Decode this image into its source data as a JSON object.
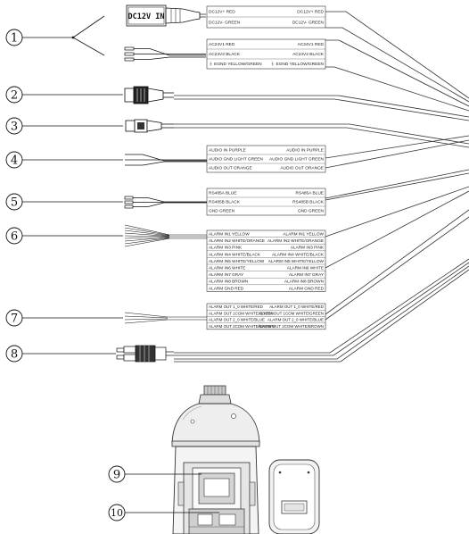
{
  "items": [
    {
      "num": "1"
    },
    {
      "num": "2"
    },
    {
      "num": "3"
    },
    {
      "num": "4"
    },
    {
      "num": "5"
    },
    {
      "num": "6"
    },
    {
      "num": "7"
    },
    {
      "num": "8"
    },
    {
      "num": "9"
    },
    {
      "num": "10"
    }
  ],
  "plug_label": "DC12V IN",
  "tables": {
    "dc12": [
      {
        "left": "DC12V+  RED",
        "right": "DC12V+  RED"
      },
      {
        "left": "DC12V-  GREEN",
        "right": "DC12V-  GREEN"
      }
    ],
    "ac24": [
      {
        "left": "AC24V1  RED",
        "right": "AC24V1  RED"
      },
      {
        "left": "AC24V2  BLACK",
        "right": "AC24V2  BLACK"
      },
      {
        "left": "⏚ EGND YELLOW/GREEN",
        "right": "⏚ EGND YELLOW/GREEN"
      }
    ],
    "audio": [
      {
        "left": "AUDIO IN PURPLE",
        "right": "AUDIO IN PURPLE"
      },
      {
        "left": "AUDIO GND LIGHT GREEN",
        "right": "AUDIO GND LIGHT GREEN"
      },
      {
        "left": "AUDIO OUT ORANGE",
        "right": "AUDIO OUT ORANGE"
      }
    ],
    "rs485": [
      {
        "left": "RS485A BLUE",
        "right": "RS485A BLUE"
      },
      {
        "left": "RS485B BLACK",
        "right": "RS485B BLACK"
      },
      {
        "left": "GND GREEN",
        "right": "GND GREEN"
      }
    ],
    "alarm_in": [
      {
        "left": "ALARM IN1 YELLOW",
        "right": "ALARM IN1 YELLOW"
      },
      {
        "left": "ALARM IN2 WHITE/ORANGE",
        "right": "ALARM IN2 WHITE/ORANGE"
      },
      {
        "left": "ALARM IN3 PINK",
        "right": "ALARM IN3 PINK"
      },
      {
        "left": "ALARM IN4 WHITE/BLACK",
        "right": "ALARM IN4 WHITE/BLACK"
      },
      {
        "left": "ALARM IN5 WHITE/YELLOW",
        "right": "ALARM IN5 WHITE/YELLOW"
      },
      {
        "left": "ALARM IN6 WHITE",
        "right": "ALARM IN6 WHITE"
      },
      {
        "left": "ALARM IN7 GRAY",
        "right": "ALARM IN7 GRAY"
      },
      {
        "left": "ALARM IN8 BROWN",
        "right": "ALARM IN8 BROWN"
      },
      {
        "left": "ALARM GND RED",
        "right": "ALARM GND RED"
      }
    ],
    "alarm_out": [
      {
        "left": "ALARM OUT 1_0 WHITE/RED",
        "right": "ALARM OUT 1_0 WHITE/RED"
      },
      {
        "left": "ALARM OUT 1COM WHITE/GREEN",
        "right": "ALARM OUT 1COM WHITE/GREEN"
      },
      {
        "left": "ALARM OUT 2_0 WHITE/BLUE",
        "right": "ALARM OUT 2_0 WHITE/BLUE"
      },
      {
        "left": "ALARM OUT 2COM WHITE/BROWN",
        "right": "ALARM OUT 2COM WHITE/BROWN"
      }
    ]
  }
}
